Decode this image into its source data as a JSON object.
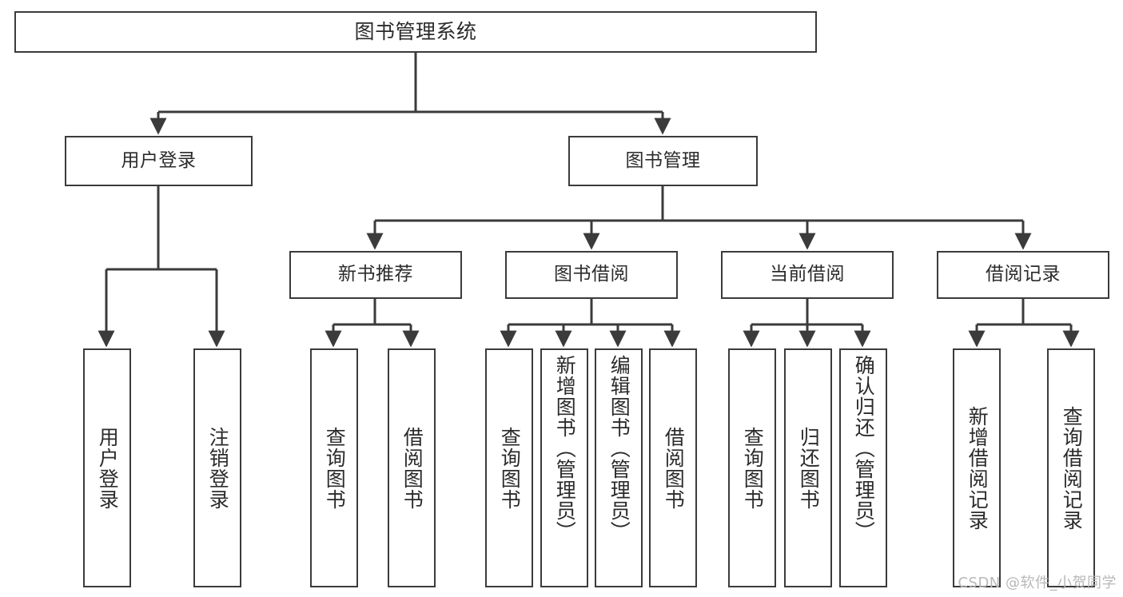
{
  "diagram": {
    "title": "图书管理系统",
    "type": "tree",
    "watermark": "CSDN @软件_小贺同学",
    "colors": {
      "box_border": "#3b3b3b",
      "box_fill": "#ffffff",
      "edge": "#3b3b3b",
      "text": "#2b2b2b",
      "watermark": "#b8b8b8",
      "background": "#ffffff"
    },
    "nodes": {
      "root": {
        "label": "图书管理系统"
      },
      "level1": [
        {
          "id": "user-login",
          "label": "用户登录"
        },
        {
          "id": "book-manage",
          "label": "图书管理"
        }
      ],
      "level2": [
        {
          "id": "new-book-recommend",
          "label": "新书推荐",
          "parent": "book-manage"
        },
        {
          "id": "book-borrow",
          "label": "图书借阅",
          "parent": "book-manage"
        },
        {
          "id": "current-borrow",
          "label": "当前借阅",
          "parent": "book-manage"
        },
        {
          "id": "borrow-record",
          "label": "借阅记录",
          "parent": "book-manage"
        }
      ],
      "leaves": [
        {
          "id": "leaf-user-login",
          "label": "用户登录",
          "parent": "user-login"
        },
        {
          "id": "leaf-logout",
          "label": "注销登录",
          "parent": "user-login"
        },
        {
          "id": "leaf-query-book-1",
          "label": "查询图书",
          "parent": "new-book-recommend"
        },
        {
          "id": "leaf-borrow-book-1",
          "label": "借阅图书",
          "parent": "new-book-recommend"
        },
        {
          "id": "leaf-query-book-2",
          "label": "查询图书",
          "parent": "book-borrow"
        },
        {
          "id": "leaf-add-book",
          "label": "新增图书（管理员）",
          "parent": "book-borrow"
        },
        {
          "id": "leaf-edit-book",
          "label": "编辑图书（管理员）",
          "parent": "book-borrow"
        },
        {
          "id": "leaf-borrow-book-2",
          "label": "借阅图书",
          "parent": "book-borrow"
        },
        {
          "id": "leaf-query-book-3",
          "label": "查询图书",
          "parent": "current-borrow"
        },
        {
          "id": "leaf-return-book",
          "label": "归还图书",
          "parent": "current-borrow"
        },
        {
          "id": "leaf-confirm-return",
          "label": "确认归还（管理员）",
          "parent": "current-borrow"
        },
        {
          "id": "leaf-add-record",
          "label": "新增借阅记录",
          "parent": "borrow-record"
        },
        {
          "id": "leaf-query-record",
          "label": "查询借阅记录",
          "parent": "borrow-record"
        }
      ]
    }
  }
}
